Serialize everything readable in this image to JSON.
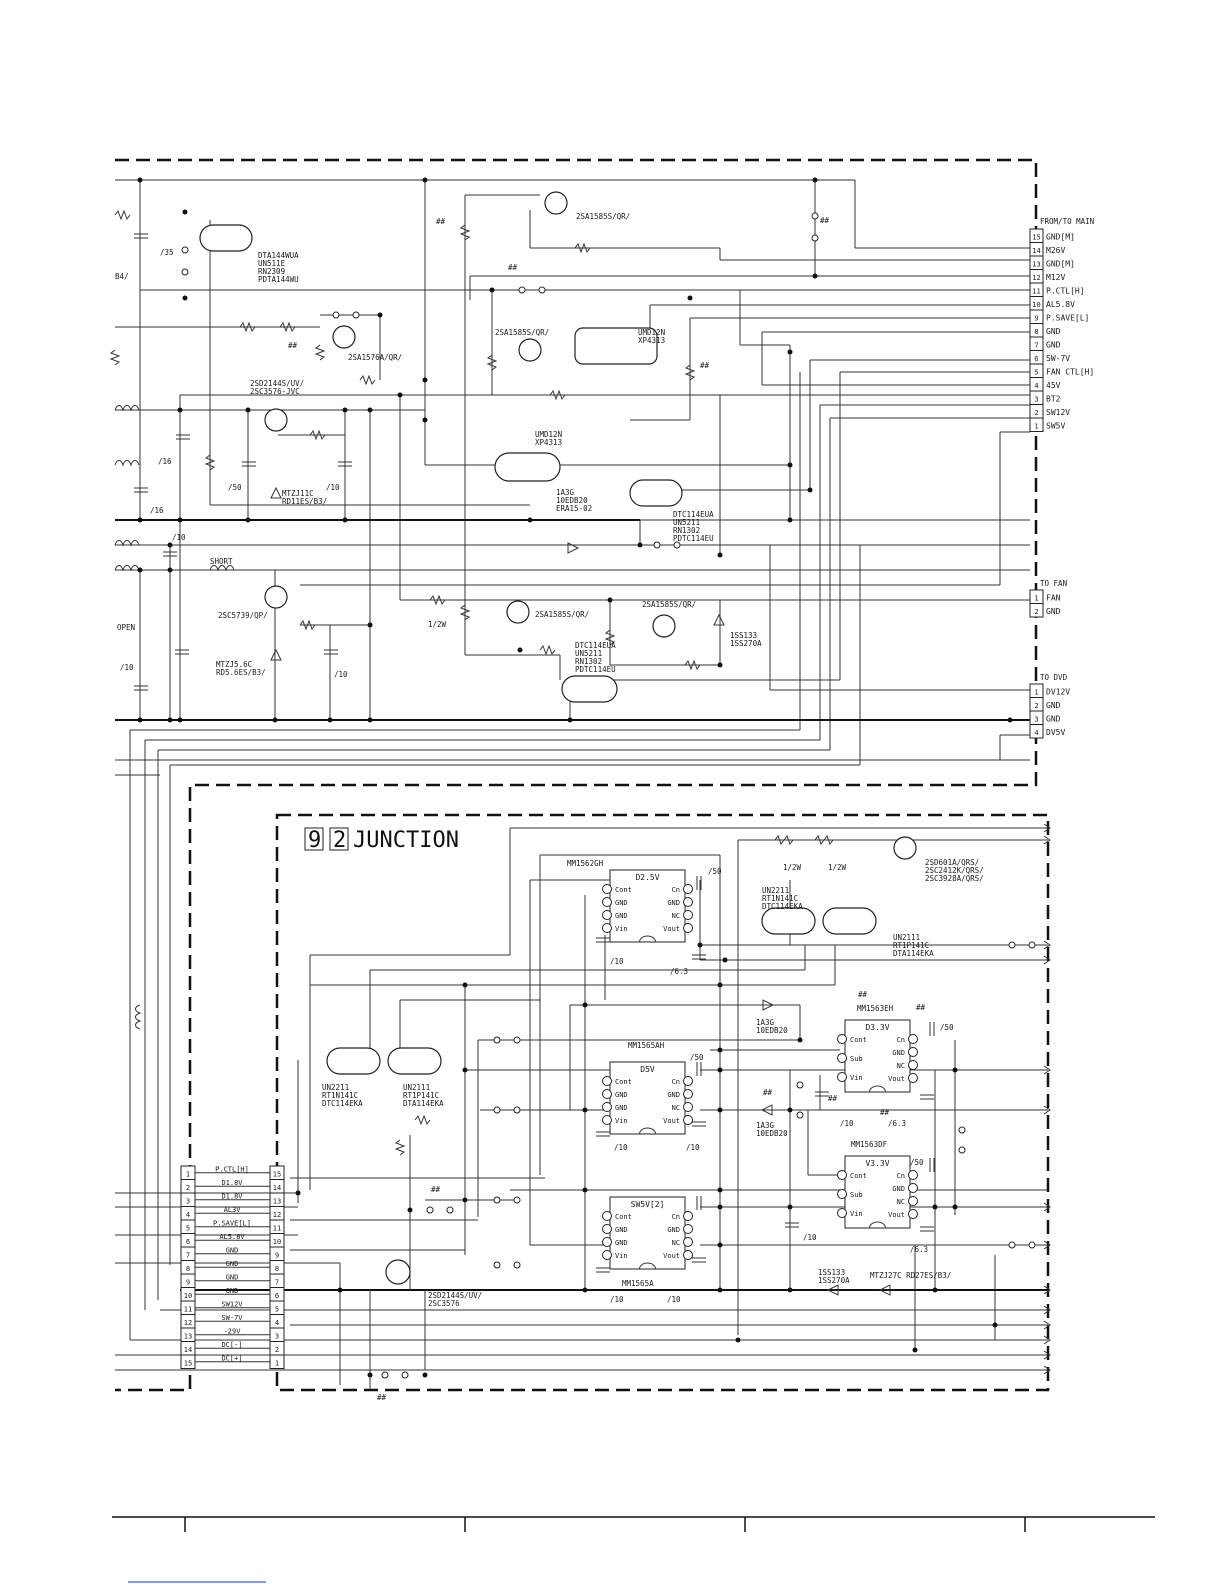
{
  "junction_title": {
    "num1": "9",
    "num2": "2",
    "text": "JUNCTION"
  },
  "connectors": {
    "main": {
      "header": "FROM/TO MAIN",
      "pins": [
        {
          "n": "15",
          "label": "GND[M]"
        },
        {
          "n": "14",
          "label": "M26V"
        },
        {
          "n": "13",
          "label": "GND[M]"
        },
        {
          "n": "12",
          "label": "M12V"
        },
        {
          "n": "11",
          "label": "P.CTL[H]"
        },
        {
          "n": "10",
          "label": "AL5.8V"
        },
        {
          "n": "9",
          "label": "P.SAVE[L]"
        },
        {
          "n": "8",
          "label": "GND"
        },
        {
          "n": "7",
          "label": "GND"
        },
        {
          "n": "6",
          "label": "SW-7V"
        },
        {
          "n": "5",
          "label": "FAN CTL[H]"
        },
        {
          "n": "4",
          "label": "45V"
        },
        {
          "n": "3",
          "label": "BT2"
        },
        {
          "n": "2",
          "label": "SW12V"
        },
        {
          "n": "1",
          "label": "SW5V"
        }
      ]
    },
    "fan": {
      "header": "TO FAN",
      "pins": [
        {
          "n": "1",
          "label": "FAN"
        },
        {
          "n": "2",
          "label": "GND"
        }
      ]
    },
    "dvd": {
      "header": "TO DVD",
      "pins": [
        {
          "n": "1",
          "label": "DV12V"
        },
        {
          "n": "2",
          "label": "GND"
        },
        {
          "n": "3",
          "label": "GND"
        },
        {
          "n": "4",
          "label": "DV5V"
        }
      ]
    },
    "junction_left": {
      "rows": [
        {
          "l": "1",
          "sig": "P.CTL[H]",
          "r": "15"
        },
        {
          "l": "2",
          "sig": "D1.8V",
          "r": "14"
        },
        {
          "l": "3",
          "sig": "D1.8V",
          "r": "13"
        },
        {
          "l": "4",
          "sig": "AL3V",
          "r": "12"
        },
        {
          "l": "5",
          "sig": "P.SAVE[L]",
          "r": "11"
        },
        {
          "l": "6",
          "sig": "AL5.8V",
          "r": "10"
        },
        {
          "l": "7",
          "sig": "GND",
          "r": "9"
        },
        {
          "l": "8",
          "sig": "GND",
          "r": "8"
        },
        {
          "l": "9",
          "sig": "GND",
          "r": "7"
        },
        {
          "l": "10",
          "sig": "GND",
          "r": "6"
        },
        {
          "l": "11",
          "sig": "SW12V",
          "r": "5"
        },
        {
          "l": "12",
          "sig": "SW-7V",
          "r": "4"
        },
        {
          "l": "13",
          "sig": "-29V",
          "r": "3"
        },
        {
          "l": "14",
          "sig": "DC[-]",
          "r": "2"
        },
        {
          "l": "15",
          "sig": "DC[+]",
          "r": "1"
        }
      ]
    }
  },
  "upper_labels": {
    "q_dta144": [
      "DTA144WUA",
      "UN511E",
      "RN2309",
      "PDTA144WU"
    ],
    "q_2sa1585_top": "2SA1585S/QR/",
    "q_2sa1576": "2SA1576A/QR/",
    "q_2sd2144": [
      "2SD2144S/UV/",
      "2SC3576-JVC"
    ],
    "q_2sa1585_mid": "2SA1585S/QR/",
    "umd12n_a": [
      "UMD12N",
      "XP4313"
    ],
    "umd12n_b": [
      "UMD12N",
      "XP4313"
    ],
    "mtzj11c": [
      "MTZJ11C",
      "RD11ES/B3/"
    ],
    "d_1a3g": [
      "1A3G",
      "10EDB20",
      "ERA15-02"
    ],
    "dtc114_a": [
      "DTC114EUA",
      "UN5211",
      "RN1302",
      "PDTC114EU"
    ],
    "q_2sc5739": "2SC5739/QP/",
    "q_2sa1585_low": "2SA1585S/QR/",
    "q_2sa1585_low2": "2SA1585S/QR/",
    "d_1ss133": [
      "1SS133",
      "1SS270A"
    ],
    "dtc114_b": [
      "DTC114EUA",
      "UN5211",
      "RN1302",
      "PDTC114EU"
    ],
    "mtzj56c": [
      "MTZJ5.6C",
      "RD5.6ES/B3/"
    ],
    "short": "SHORT",
    "open": "OPEN",
    "half_w": "1/2W",
    "caps": [
      "/35",
      "/16",
      "/16",
      "/50",
      "/10",
      "/10",
      "/10",
      "/10"
    ],
    "hash": "##",
    "left_cut": "B4/"
  },
  "junction_ics": [
    {
      "name": "MM1562GH",
      "title": "D2.5V",
      "left": [
        "Cont",
        "GND",
        "GND",
        "Vin"
      ],
      "right": [
        "Cn",
        "GND",
        "NC",
        "Vout"
      ]
    },
    {
      "name": "MM1565AH",
      "title": "D5V",
      "left": [
        "Cont",
        "GND",
        "GND",
        "Vin"
      ],
      "right": [
        "Cn",
        "GND",
        "NC",
        "Vout"
      ]
    },
    {
      "name": "MM1565A",
      "title": "SW5V[2]",
      "left": [
        "Cont",
        "GND",
        "GND",
        "Vin"
      ],
      "right": [
        "Cn",
        "GND",
        "NC",
        "Vout"
      ]
    },
    {
      "name": "MM1563EH",
      "title": "D3.3V",
      "left": [
        "Cont",
        "Sub",
        "Vin"
      ],
      "right": [
        "Cn",
        "GND",
        "NC",
        "Vout"
      ]
    },
    {
      "name": "MM1563DF",
      "title": "V3.3V",
      "left": [
        "Cont",
        "Sub",
        "Vin"
      ],
      "right": [
        "Cn",
        "GND",
        "NC",
        "Vout"
      ]
    }
  ],
  "junction_labels": {
    "q_2sd601": [
      "2SD601A/QRS/",
      "2SC2412K/QRS/",
      "2SC3928A/QRS/"
    ],
    "un2211_a": [
      "UN2211",
      "RT1N141C",
      "DTC114EKA"
    ],
    "un2111_a": [
      "UN2111",
      "RT1P141C",
      "DTA114EKA"
    ],
    "un2211_b": [
      "UN2211",
      "RT1N141C",
      "DTC114EKA"
    ],
    "un2111_b": [
      "UN2111",
      "RT1P141C",
      "DTA114EKA"
    ],
    "d_1a3g_a": [
      "1A3G",
      "10EDB20"
    ],
    "d_1a3g_b": [
      "1A3G",
      "10EDB20"
    ],
    "d_1ss133": [
      "1SS133",
      "1SS270A"
    ],
    "mtzj27c": "MTZJ27C RD27ES/B3/",
    "q_2sd2144": [
      "2SD2144S/UV/",
      "2SC3576"
    ],
    "half_w": "1/2W",
    "caps": [
      "/50",
      "/10",
      "/6.3",
      "/50",
      "/10",
      "/10",
      "/50",
      "/10",
      "/6.3",
      "/50",
      "/10",
      "/6.3",
      "/10",
      "/10"
    ],
    "hash": "##"
  }
}
